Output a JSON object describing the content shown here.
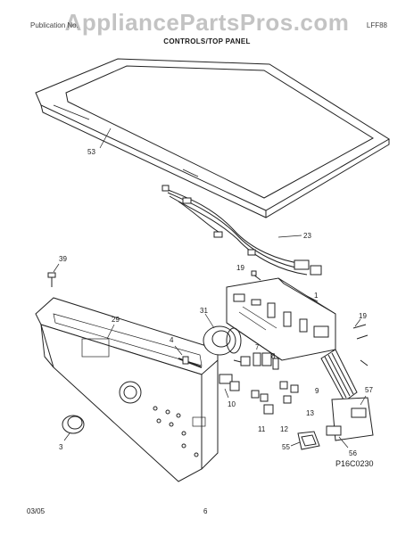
{
  "watermark": "AppliancePartsPros.com",
  "header": {
    "left": "Publication No.",
    "right": "LFF88"
  },
  "title": "CONTROLS/TOP PANEL",
  "callouts": {
    "c53": "53",
    "c23": "23",
    "c39": "39",
    "c19a": "19",
    "c1": "1",
    "c19b": "19",
    "c29": "29",
    "c31": "31",
    "c4": "4",
    "c7": "7",
    "c8": "8",
    "c9": "9",
    "c10": "10",
    "c11": "11",
    "c12": "12",
    "c13": "13",
    "c3": "3",
    "c57": "57",
    "c55": "55",
    "c56": "56"
  },
  "part_code": "P16C0230",
  "footer": {
    "date": "03/05",
    "page": "6"
  }
}
